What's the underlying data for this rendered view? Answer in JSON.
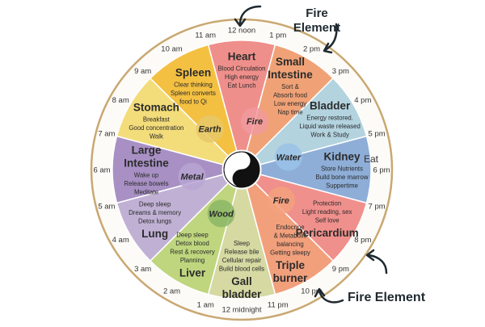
{
  "annotations": {
    "fire_top_line1": "Fire",
    "fire_top_line2": "Element",
    "fire_bottom": "Fire Element",
    "eat": "Eat"
  },
  "hours": [
    "12 noon",
    "1 pm",
    "2 pm",
    "3 pm",
    "4 pm",
    "5 pm",
    "6 pm",
    "7 pm",
    "8 pm",
    "9 pm",
    "10 pm",
    "11 pm",
    "12 midnight",
    "1 am",
    "2 am",
    "3 am",
    "4 am",
    "5 am",
    "6 am",
    "7 am",
    "8 am",
    "9 am",
    "10 am",
    "11 am"
  ],
  "organs": [
    {
      "name": [
        "Heart"
      ],
      "desc": [
        "Blood Circulation",
        "High energy",
        "Eat Lunch"
      ],
      "color": "#ef8f8b"
    },
    {
      "name": [
        "Small",
        "Intestine"
      ],
      "desc": [
        "Sort &",
        "Absorb food",
        "Low energy",
        "Nap time"
      ],
      "color": "#f0a276"
    },
    {
      "name": [
        "Bladder"
      ],
      "desc": [
        "Energy restored.",
        "Liquid waste released",
        "Work & Study"
      ],
      "color": "#b3d3df"
    },
    {
      "name": [
        "Kidney"
      ],
      "desc": [
        "Store  Nutrients",
        "Build bone marrow",
        "Suppertime"
      ],
      "color": "#8eaed8"
    },
    {
      "name": [
        "Pericardium"
      ],
      "desc": [
        "Protection",
        "Light reading, sex",
        "Self love"
      ],
      "color": "#f0908c"
    },
    {
      "name": [
        "Triple",
        "burner"
      ],
      "desc": [
        "Endocrine",
        "& Metabolic",
        "balancing",
        "Getting sleepy"
      ],
      "color": "#f2a07c"
    },
    {
      "name": [
        "Gall",
        "bladder"
      ],
      "desc": [
        "Sleep",
        "Release bile",
        "Cellular repair",
        "Build blood cells"
      ],
      "color": "#d6d9a2"
    },
    {
      "name": [
        "Liver"
      ],
      "desc": [
        "Deep sleep",
        "Detox blood",
        "Rest & recovery",
        "Planning"
      ],
      "color": "#bfd67e"
    },
    {
      "name": [
        "Lung"
      ],
      "desc": [
        "Deep sleep",
        "Dreams & memory",
        "Detox lungs"
      ],
      "color": "#c0b1d4"
    },
    {
      "name": [
        "Large",
        "Intestine"
      ],
      "desc": [
        "Wake up",
        "Release bowels",
        "Meditate"
      ],
      "color": "#a890c4"
    },
    {
      "name": [
        "Stomach"
      ],
      "desc": [
        "Breakfast",
        "Good concentration",
        "Walk"
      ],
      "color": "#f3dc7a"
    },
    {
      "name": [
        "Spleen"
      ],
      "desc": [
        "Clear thinking",
        "Spleen converts",
        "food to Qi"
      ],
      "color": "#f4c041"
    }
  ],
  "elements": [
    {
      "name": "Fire",
      "color": "#f19a9f"
    },
    {
      "name": "Water",
      "color": "#9ac2e8"
    },
    {
      "name": "Fire",
      "color": "#f5a17e"
    },
    {
      "name": "Wood",
      "color": "#8bb766"
    },
    {
      "name": "Metal",
      "color": "#b9a6d3"
    },
    {
      "name": "Earth",
      "color": "#e6c869"
    }
  ],
  "colors": {
    "ring": "#c9a872",
    "ring_fill": "#fdfbf7",
    "text_dark": "#2b2b2b"
  }
}
